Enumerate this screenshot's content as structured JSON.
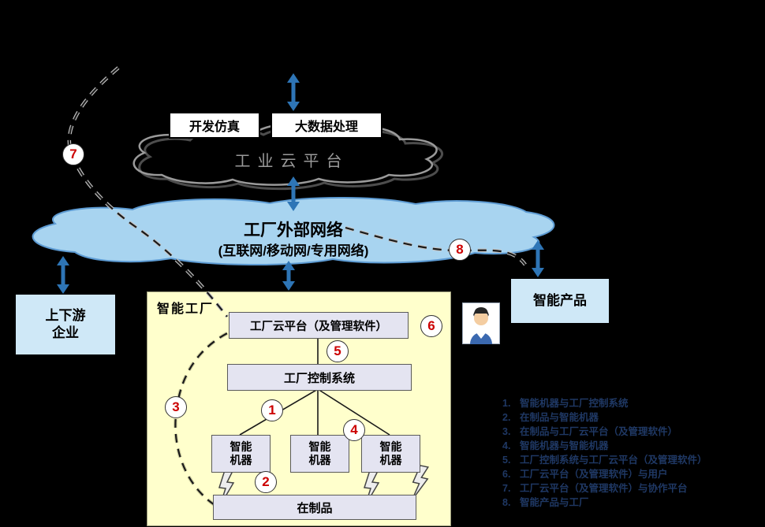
{
  "cloud_platform_area": {
    "dev_sim": "开发仿真",
    "big_data": "大数据处理",
    "industrial_cloud": "工业云平台"
  },
  "external_network": {
    "title": "工厂外部网络",
    "subtitle": "(互联网/移动网/专用网络)"
  },
  "partners": {
    "line1": "上下游",
    "line2": "企业"
  },
  "smart_product": "智能产品",
  "factory": {
    "label": "智能工厂",
    "cloud_platform": "工厂云平台（及管理软件）",
    "control_system": "工厂控制系统",
    "machines": [
      {
        "line1": "智能",
        "line2": "机器"
      },
      {
        "line1": "智能",
        "line2": "机器"
      },
      {
        "line1": "智能",
        "line2": "机器"
      }
    ],
    "wip": "在制品"
  },
  "markers": [
    "1",
    "2",
    "3",
    "4",
    "5",
    "6",
    "7",
    "8"
  ],
  "legend": {
    "items": [
      {
        "num": "1.",
        "text": "智能机器与工厂控制系统"
      },
      {
        "num": "2.",
        "text": "在制品与智能机器"
      },
      {
        "num": "3.",
        "text": "在制品与工厂云平台（及管理软件）"
      },
      {
        "num": "4.",
        "text": "智能机器与智能机器"
      },
      {
        "num": "5.",
        "text": "工厂控制系统与工厂云平台（及管理软件）"
      },
      {
        "num": "6.",
        "text": "工厂云平台（及管理软件）与用户"
      },
      {
        "num": "7.",
        "text": "工厂云平台（及管理软件）与协作平台"
      },
      {
        "num": "8.",
        "text": "智能产品与工厂"
      }
    ]
  },
  "icons": {
    "user": "user-icon",
    "lightning": "lightning-bolt-icon"
  },
  "colors": {
    "background": "#000000",
    "arrow_blue": "#2e75b6",
    "network_fill": "#a8d4f0",
    "network_stroke": "#5d9bd3",
    "factory_fill": "#ffffcc",
    "inner_box_fill": "#e4e4f1",
    "side_box_fill": "#cfe8f7",
    "marker_red": "#cc0000",
    "legend_text": "#1f3864",
    "cloud_gray": "#9a9a9a"
  }
}
